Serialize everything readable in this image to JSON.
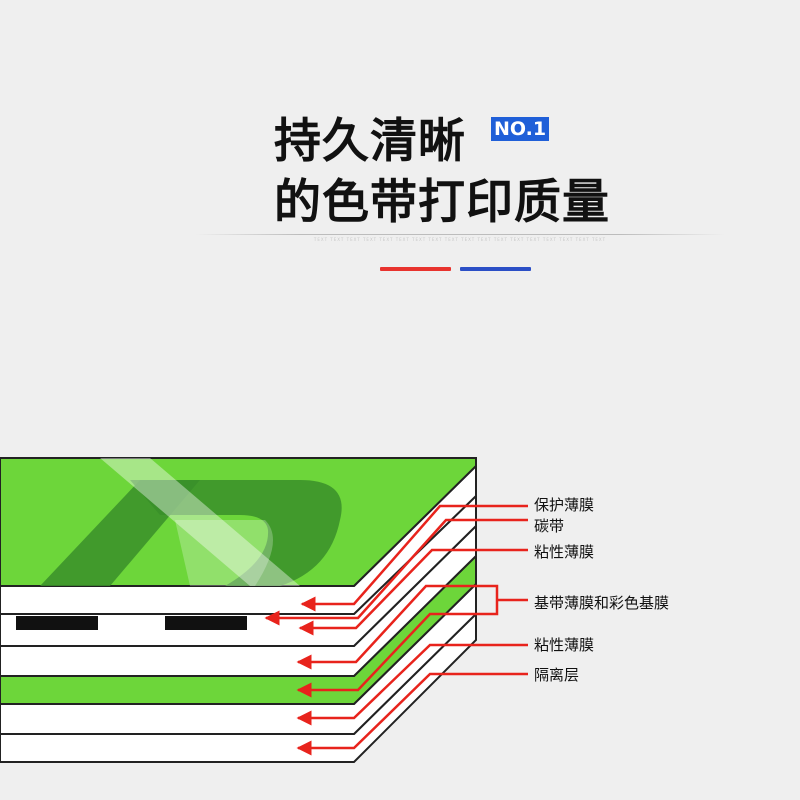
{
  "header": {
    "title_line1": "持久清晰",
    "title_line2": "的色带打印质量",
    "badge": "NO.1",
    "divider_caption": "TEXT TEXT TEXT TEXT TEXT TEXT TEXT TEXT TEXT TEXT TEXT TEXT TEXT TEXT TEXT TEXT TEXT TEXT",
    "accent_colors": [
      "#e8332e",
      "#2b4fc6"
    ]
  },
  "diagram": {
    "colors": {
      "green": "#6dd63a",
      "dark_green": "#3a8f2a",
      "outline": "#222222",
      "arrow": "#e8231c",
      "black_bar": "#111111",
      "background": "#efefef"
    },
    "labels": [
      {
        "id": "protective-film",
        "text": "保护薄膜"
      },
      {
        "id": "carbon-ribbon",
        "text": "碳带"
      },
      {
        "id": "adhesive-film-1",
        "text": "粘性薄膜"
      },
      {
        "id": "base-and-color-film",
        "text": "基带薄膜和彩色基膜"
      },
      {
        "id": "adhesive-film-2",
        "text": "粘性薄膜"
      },
      {
        "id": "release-layer",
        "text": "隔离层"
      }
    ]
  }
}
